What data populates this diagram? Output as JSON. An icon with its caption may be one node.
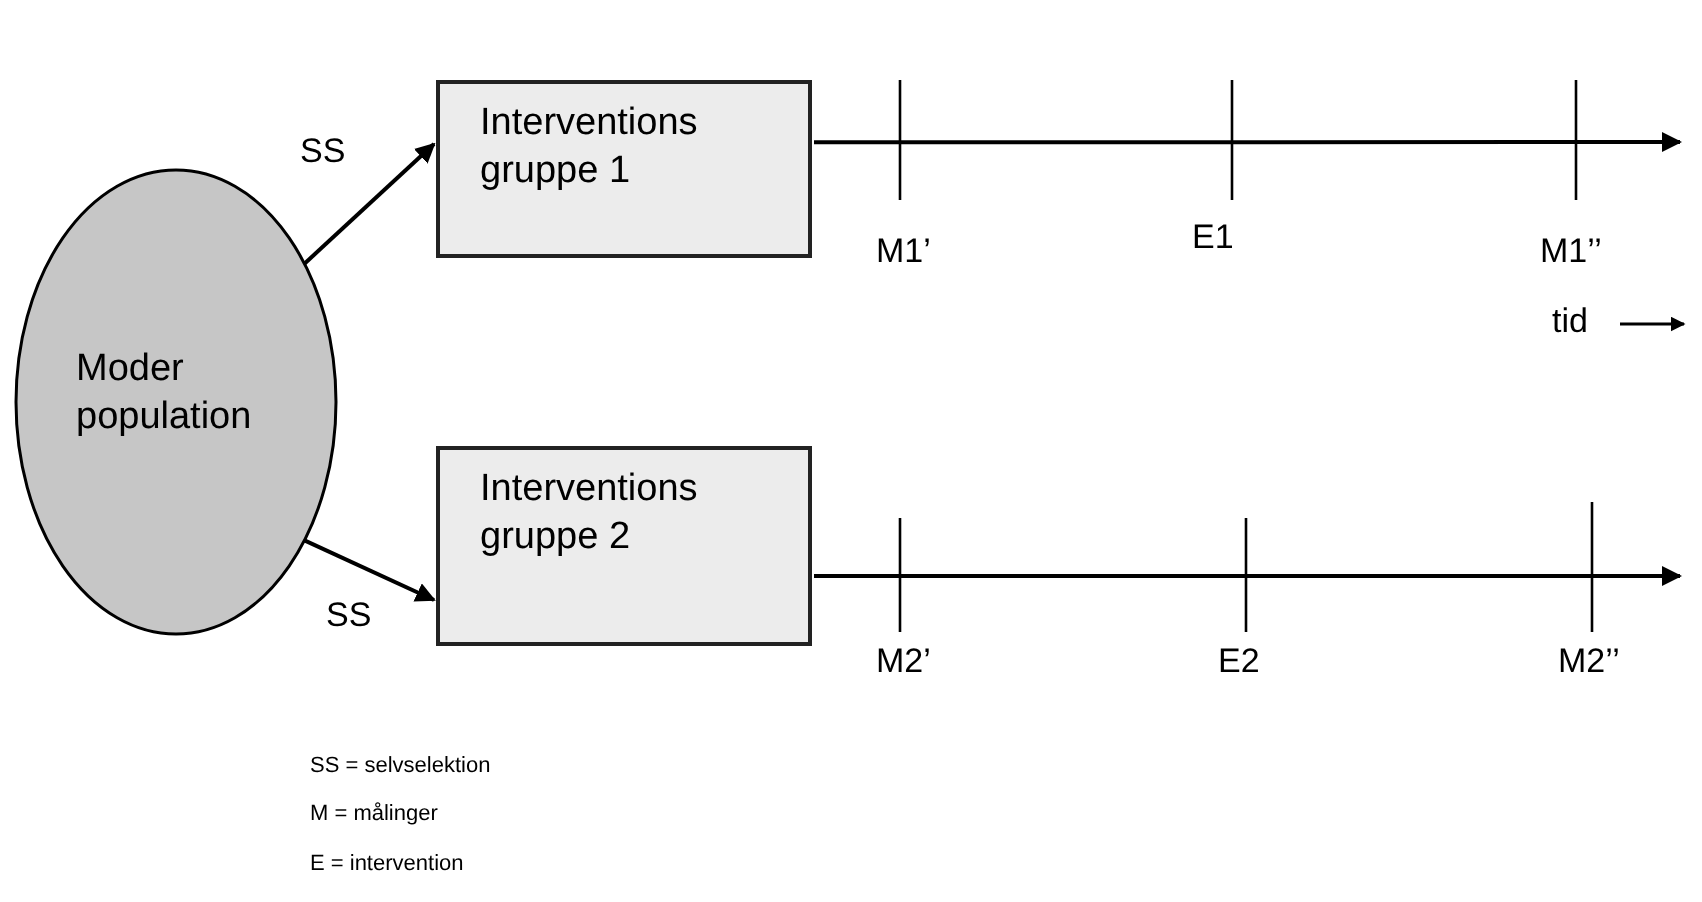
{
  "diagram": {
    "nodes": [
      {
        "text": [
          "Moder population"
        ]
      },
      {
        "text": [
          "Interventions gruppe 1"
        ]
      },
      {
        "text": [
          "Interventions gruppe 2"
        ]
      }
    ],
    "edges": [
      {
        "from": 0,
        "to": 1,
        "arrow": "to",
        "label": "SS"
      },
      {
        "from": 0,
        "to": 2,
        "arrow": "to",
        "label": "SS"
      },
      {
        "from": 1,
        "to": null,
        "arrow": "to"
      },
      {
        "from": 2,
        "to": null,
        "arrow": "to"
      }
    ],
    "labels": [
      "M1’",
      "E1",
      "M1’’",
      "tid",
      "M2’",
      "E2",
      "M2’’",
      "SS = selvselektion",
      "M = målinger",
      "E = intervention"
    ]
  }
}
